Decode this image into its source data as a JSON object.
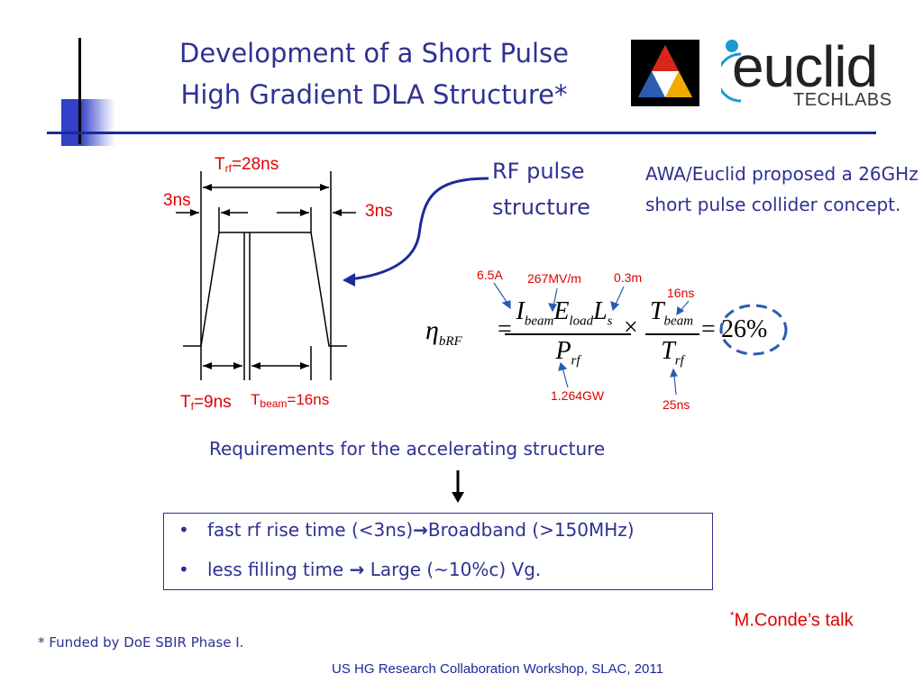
{
  "slide": {
    "title_line1": "Development of a Short Pulse",
    "title_line2": "High Gradient DLA Structure*"
  },
  "logos": {
    "awa_logo": {
      "colors": [
        "#d9261c",
        "#2fa84f",
        "#2b5cb0",
        "#f2a900"
      ]
    },
    "euclid_logo": {
      "wordmark": "euclid",
      "subtitle": "TECHLABS",
      "dot_color": "#1a9ad6"
    }
  },
  "pulse_diagram": {
    "trf_main": "T",
    "trf_sub": "rf",
    "trf_value": "=28ns",
    "left_rise": "3ns",
    "right_fall": "3ns",
    "tf_main": "T",
    "tf_sub": "f",
    "tf_value": "=9ns",
    "tbeam_main": "T",
    "tbeam_sub": "beam",
    "tbeam_value": "=16ns"
  },
  "rf_pulse_label": {
    "line1": "RF pulse",
    "line2": "structure"
  },
  "awa_text": "AWA/Euclid proposed a 26GHz short pulse collider concept.",
  "formula": {
    "eta": "η",
    "eta_sub": "bRF",
    "equals": "=",
    "num1_I": "I",
    "num1_I_sub": "beam",
    "num1_E": "E",
    "num1_E_sub": "load",
    "num1_L": "L",
    "num1_L_sub": "s",
    "den1": "P",
    "den1_sub": "rf",
    "times": "×",
    "num2": "T",
    "num2_sub": "beam",
    "den2": "T",
    "den2_sub": "rf",
    "result": "26%",
    "annotations": {
      "current": "6.5A",
      "gradient": "267MV/m",
      "length": "0.3m",
      "tbeam": "16ns",
      "power": "1.264GW",
      "trf": "25ns"
    }
  },
  "requirements": {
    "heading": "Requirements for the accelerating structure",
    "bullet_glyph": "•",
    "bullets": [
      {
        "before": "fast rf rise time (<3ns)",
        "arrow": "→",
        "after": "Broadband (>150MHz)"
      },
      {
        "before": "less filling time ",
        "arrow": "→",
        "after": " Large (~10%c) Vg."
      }
    ]
  },
  "notes": {
    "talk_star": "*",
    "talk": "M.Conde’s talk",
    "funding": "* Funded by DoE SBIR Phase I.",
    "footer": "US HG Research Collaboration Workshop, SLAC, 2011"
  },
  "colors": {
    "navy": "#2e3192",
    "red": "#e00000",
    "rule": "#1b2a9c"
  }
}
